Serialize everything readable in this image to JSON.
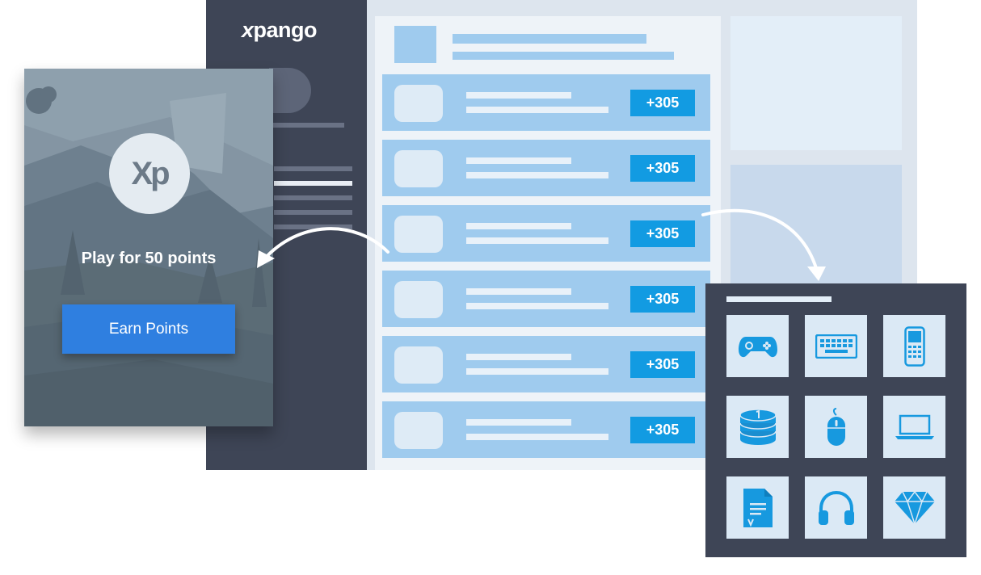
{
  "app": {
    "logo_x": "x",
    "logo_rest": "pango"
  },
  "offers": [
    {
      "points": "+305"
    },
    {
      "points": "+305"
    },
    {
      "points": "+305"
    },
    {
      "points": "+305"
    },
    {
      "points": "+305"
    },
    {
      "points": "+305"
    }
  ],
  "game_card": {
    "badge_text": "Xp",
    "title": "Play for 50 points",
    "button_label": "Earn Points"
  },
  "rewards": {
    "tiles": [
      {
        "icon": "gamepad-icon"
      },
      {
        "icon": "keyboard-icon"
      },
      {
        "icon": "mobile-phone-icon"
      },
      {
        "icon": "coin-stack-icon"
      },
      {
        "icon": "mouse-icon"
      },
      {
        "icon": "laptop-icon"
      },
      {
        "icon": "document-icon"
      },
      {
        "icon": "headphones-icon"
      },
      {
        "icon": "diamond-icon"
      }
    ]
  },
  "colors": {
    "sidebar": "#3e4556",
    "accent": "#129be2",
    "button": "#2f7fe0",
    "row": "#9fcbee"
  }
}
